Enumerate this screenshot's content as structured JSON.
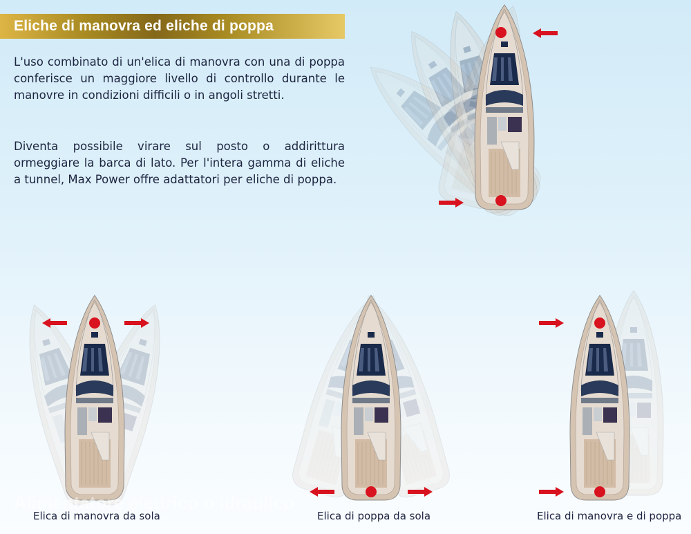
{
  "header": {
    "title": "Eliche di manovra ed eliche di poppa"
  },
  "body": {
    "paragraph1": "L'uso combinato di un'elica di manovra con una di poppa conferisce un maggiore livello di controllo durante le manovre in condizioni difficili o in angoli stretti.",
    "paragraph2": "Diventa possibile virare sul posto o addirittura ormeggiare la barca di lato. Per l'intera gamma di eliche a tunnel, Max Power offre adattatori per eliche di poppa."
  },
  "watermark": "Alimentatore elettrico o idraulico",
  "diagrams": [
    {
      "caption": "Elica di manovra da sola"
    },
    {
      "caption": "Elica di poppa da sola"
    },
    {
      "caption": "Elica di manovra e di poppa"
    }
  ],
  "colors": {
    "arrow": "#d8121e",
    "hull": "#d6c4b2",
    "windshield": "#1a2a4a",
    "title_gold": "#a88a22"
  }
}
